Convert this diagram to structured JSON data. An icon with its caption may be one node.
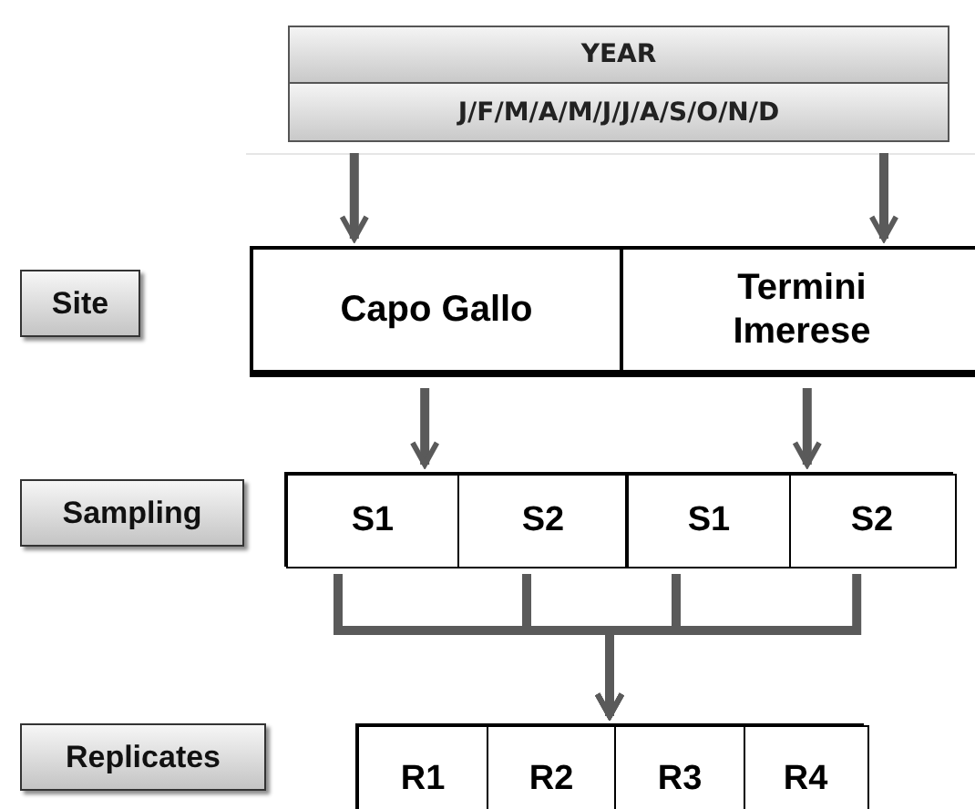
{
  "diagram": {
    "nodes": [
      {
        "text": [
          "YEAR"
        ]
      },
      {
        "text": [
          "J/F/M/A/M/J/J/A/S/O/N/D"
        ]
      },
      {
        "text": [
          "Site"
        ]
      },
      {
        "text": [
          "Capo Gallo"
        ]
      },
      {
        "text": [
          "Termini Imerese"
        ]
      },
      {
        "text": [
          "Sampling"
        ]
      },
      {
        "text": [],
        "shape": "box"
      },
      {
        "text": [
          "S1"
        ],
        "in": 6
      },
      {
        "text": [
          "S2"
        ],
        "in": 6
      },
      {
        "text": [],
        "shape": "box"
      },
      {
        "text": [
          "S1"
        ],
        "in": 9
      },
      {
        "text": [
          "S2"
        ],
        "in": 9
      },
      {
        "text": [
          "Replicates"
        ]
      },
      {
        "text": [],
        "shape": "box"
      },
      {
        "text": [
          "R1"
        ],
        "in": 13
      },
      {
        "text": [
          "R2"
        ],
        "in": 13
      },
      {
        "text": [
          "R3"
        ],
        "in": 13
      },
      {
        "text": [
          "R4"
        ],
        "in": 13
      }
    ],
    "edges": [
      {
        "from": 1,
        "to": 3,
        "arrow": "to"
      },
      {
        "from": 1,
        "to": 4,
        "arrow": "to"
      },
      {
        "from": 3,
        "to": 6,
        "arrow": "to"
      },
      {
        "from": 4,
        "to": 9,
        "arrow": "to"
      },
      {
        "from": 7,
        "to": 13,
        "arrow": "to"
      },
      {
        "from": 8,
        "to": 13,
        "arrow": "to"
      },
      {
        "from": 10,
        "to": 13,
        "arrow": "to"
      },
      {
        "from": 11,
        "to": 13,
        "arrow": "to"
      }
    ]
  }
}
